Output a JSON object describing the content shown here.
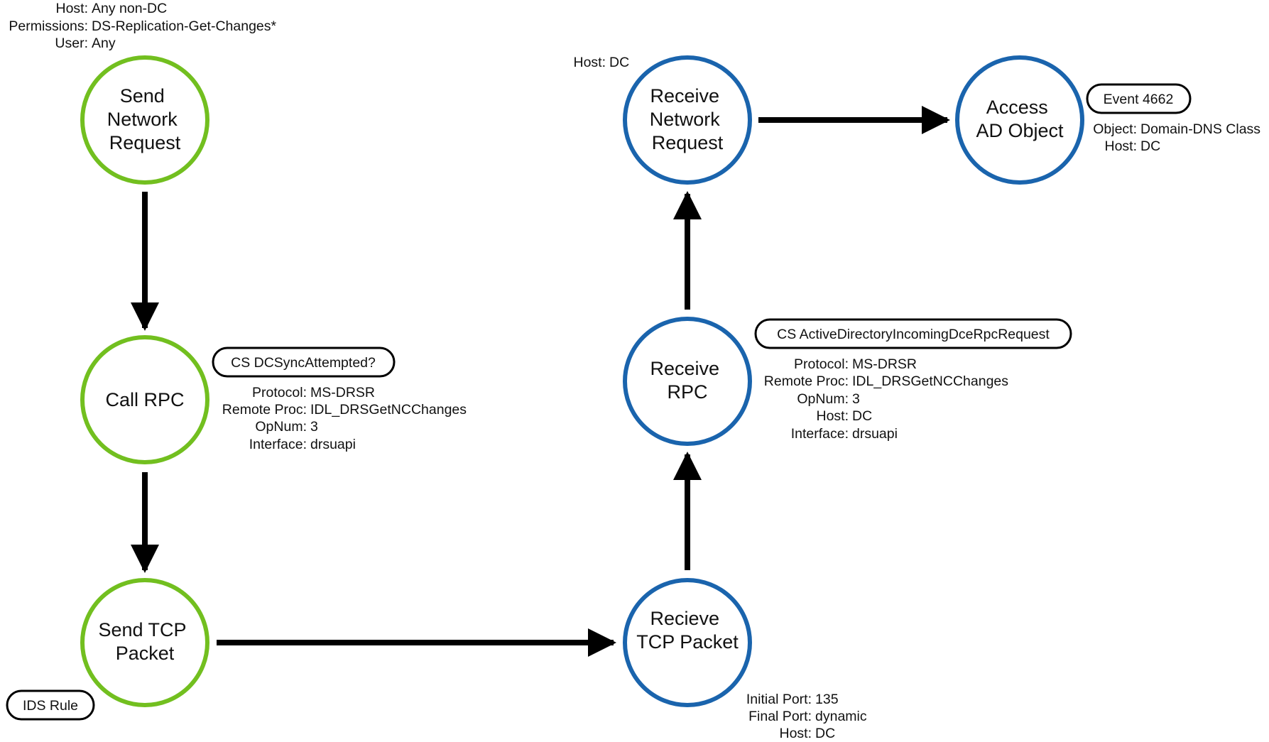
{
  "colors": {
    "source_node": "#72bf1f",
    "target_node": "#1a64ad",
    "edge": "#000000"
  },
  "nodes": {
    "send_network_request": {
      "lines": [
        "Send",
        "Network",
        "Request"
      ]
    },
    "call_rpc": {
      "lines": [
        "Call RPC"
      ]
    },
    "send_tcp_packet": {
      "lines": [
        "Send TCP",
        "Packet"
      ]
    },
    "receive_network_request": {
      "lines": [
        "Receive",
        "Network",
        "Request"
      ]
    },
    "access_ad_object": {
      "lines": [
        "Access",
        "AD Object"
      ]
    },
    "receive_rpc": {
      "lines": [
        "Receive",
        "RPC"
      ]
    },
    "recieve_tcp_packet": {
      "lines": [
        "Recieve",
        "TCP Packet"
      ]
    }
  },
  "annotations": {
    "send_network_request": [
      {
        "key": "Host:",
        "value": "Any non-DC"
      },
      {
        "key": "Permissions:",
        "value": "DS-Replication-Get-Changes*"
      },
      {
        "key": "User:",
        "value": "Any"
      }
    ],
    "call_rpc": [
      {
        "key": "Protocol:",
        "value": "MS-DRSR"
      },
      {
        "key": "Remote Proc:",
        "value": "IDL_DRSGetNCChanges"
      },
      {
        "key": "OpNum:",
        "value": "3"
      },
      {
        "key": "Interface:",
        "value": "drsuapi"
      }
    ],
    "receive_network_request": [
      {
        "key": "Host:",
        "value": "DC"
      }
    ],
    "access_ad_object": [
      {
        "key": "Object:",
        "value": "Domain-DNS Class"
      },
      {
        "key": "Host:",
        "value": "DC"
      }
    ],
    "receive_rpc": [
      {
        "key": "Protocol:",
        "value": "MS-DRSR"
      },
      {
        "key": "Remote Proc:",
        "value": "IDL_DRSGetNCChanges"
      },
      {
        "key": "OpNum:",
        "value": "3"
      },
      {
        "key": "Host:",
        "value": "DC"
      },
      {
        "key": "Interface:",
        "value": "drsuapi"
      }
    ],
    "recieve_tcp_packet": [
      {
        "key": "Initial Port:",
        "value": "135"
      },
      {
        "key": "Final Port:",
        "value": "dynamic"
      },
      {
        "key": "Host:",
        "value": "DC"
      }
    ]
  },
  "tags": {
    "call_rpc": "CS DCSyncAttempted?",
    "receive_rpc": "CS ActiveDirectoryIncomingDceRpcRequest",
    "access_ad_object": "Event 4662",
    "send_tcp_packet": "IDS Rule"
  }
}
